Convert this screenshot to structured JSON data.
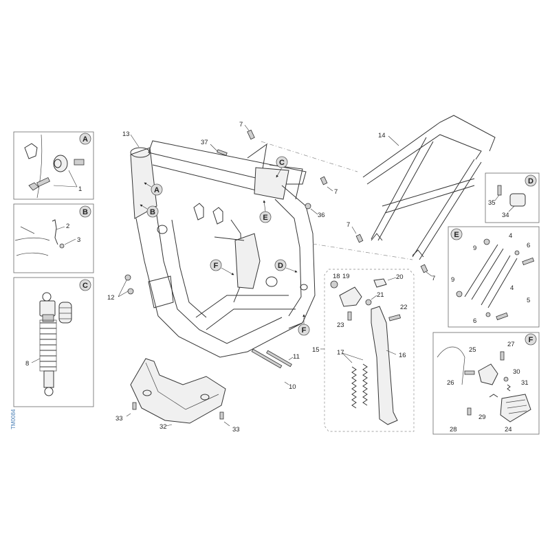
{
  "drawing_code": "TM0084",
  "insets": {
    "A": {
      "letter": "A",
      "parts": [
        "1"
      ]
    },
    "B": {
      "letter": "B",
      "parts": [
        "2",
        "3"
      ]
    },
    "C": {
      "letter": "C",
      "parts": [
        "8"
      ]
    },
    "D": {
      "letter": "D",
      "parts": [
        "35",
        "34"
      ]
    },
    "E": {
      "letter": "E",
      "parts": [
        "9",
        "4",
        "6",
        "9",
        "4",
        "5",
        "6"
      ]
    },
    "F": {
      "letter": "F",
      "parts": [
        "25",
        "27",
        "26",
        "30",
        "31",
        "29",
        "28",
        "24"
      ]
    }
  },
  "frame_callouts": [
    "A",
    "B",
    "C",
    "E",
    "F",
    "D",
    "F"
  ],
  "part_labels": [
    "13",
    "7",
    "37",
    "14",
    "7",
    "36",
    "7",
    "7",
    "12",
    "18",
    "19",
    "20",
    "21",
    "22",
    "23",
    "15",
    "17",
    "16",
    "11",
    "10",
    "33",
    "32",
    "33"
  ]
}
